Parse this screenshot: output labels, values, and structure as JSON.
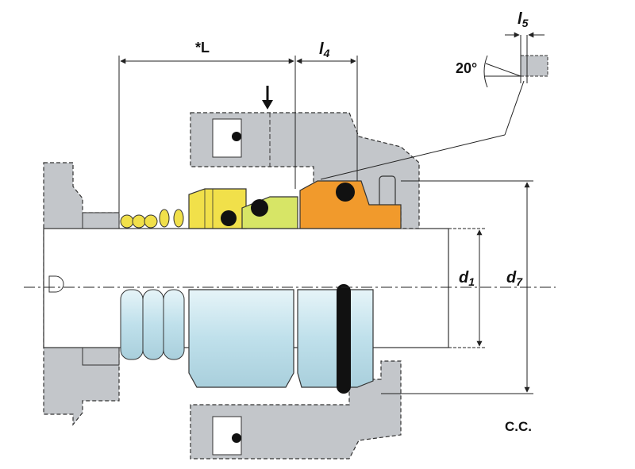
{
  "labels": {
    "length_L": "*L",
    "length_l4": "l",
    "length_l4_sub": "4",
    "length_l5": "l",
    "length_l5_sub": "5",
    "angle": "20°",
    "d1": "d",
    "d1_sub": "1",
    "d7": "d",
    "d7_sub": "7",
    "code": "C.C."
  },
  "colors": {
    "housing_gray": "#c3c6ca",
    "shaft_white": "#ffffff",
    "sleeve_blue": "#c5e4ee",
    "spring_yellow": "#f1e04a",
    "pusher_green": "#d7e566",
    "seat_orange": "#f19a2c",
    "oring_black": "#111111",
    "line_color": "#222222"
  }
}
